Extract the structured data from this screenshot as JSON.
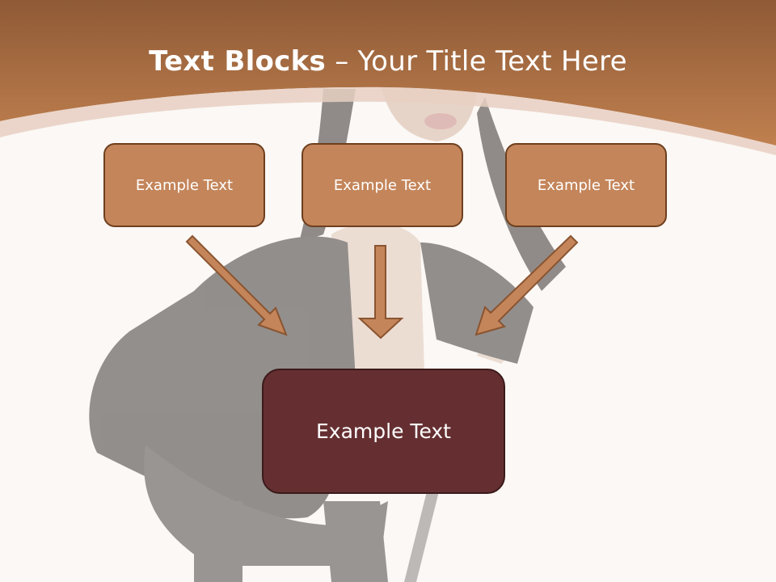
{
  "title": {
    "bold": "Text Blocks",
    "dash": " – ",
    "rest": "Your Title Text Here"
  },
  "blocks": [
    "Example Text",
    "Example Text",
    "Example Text"
  ],
  "center_block": "Example Text",
  "colors": {
    "header": "#b8774a",
    "box_fill": "#c4855a",
    "box_border": "#6e3f1e",
    "center_fill": "#652f31",
    "arrow_fill": "#c4855a",
    "background": "#fbf8f5"
  }
}
